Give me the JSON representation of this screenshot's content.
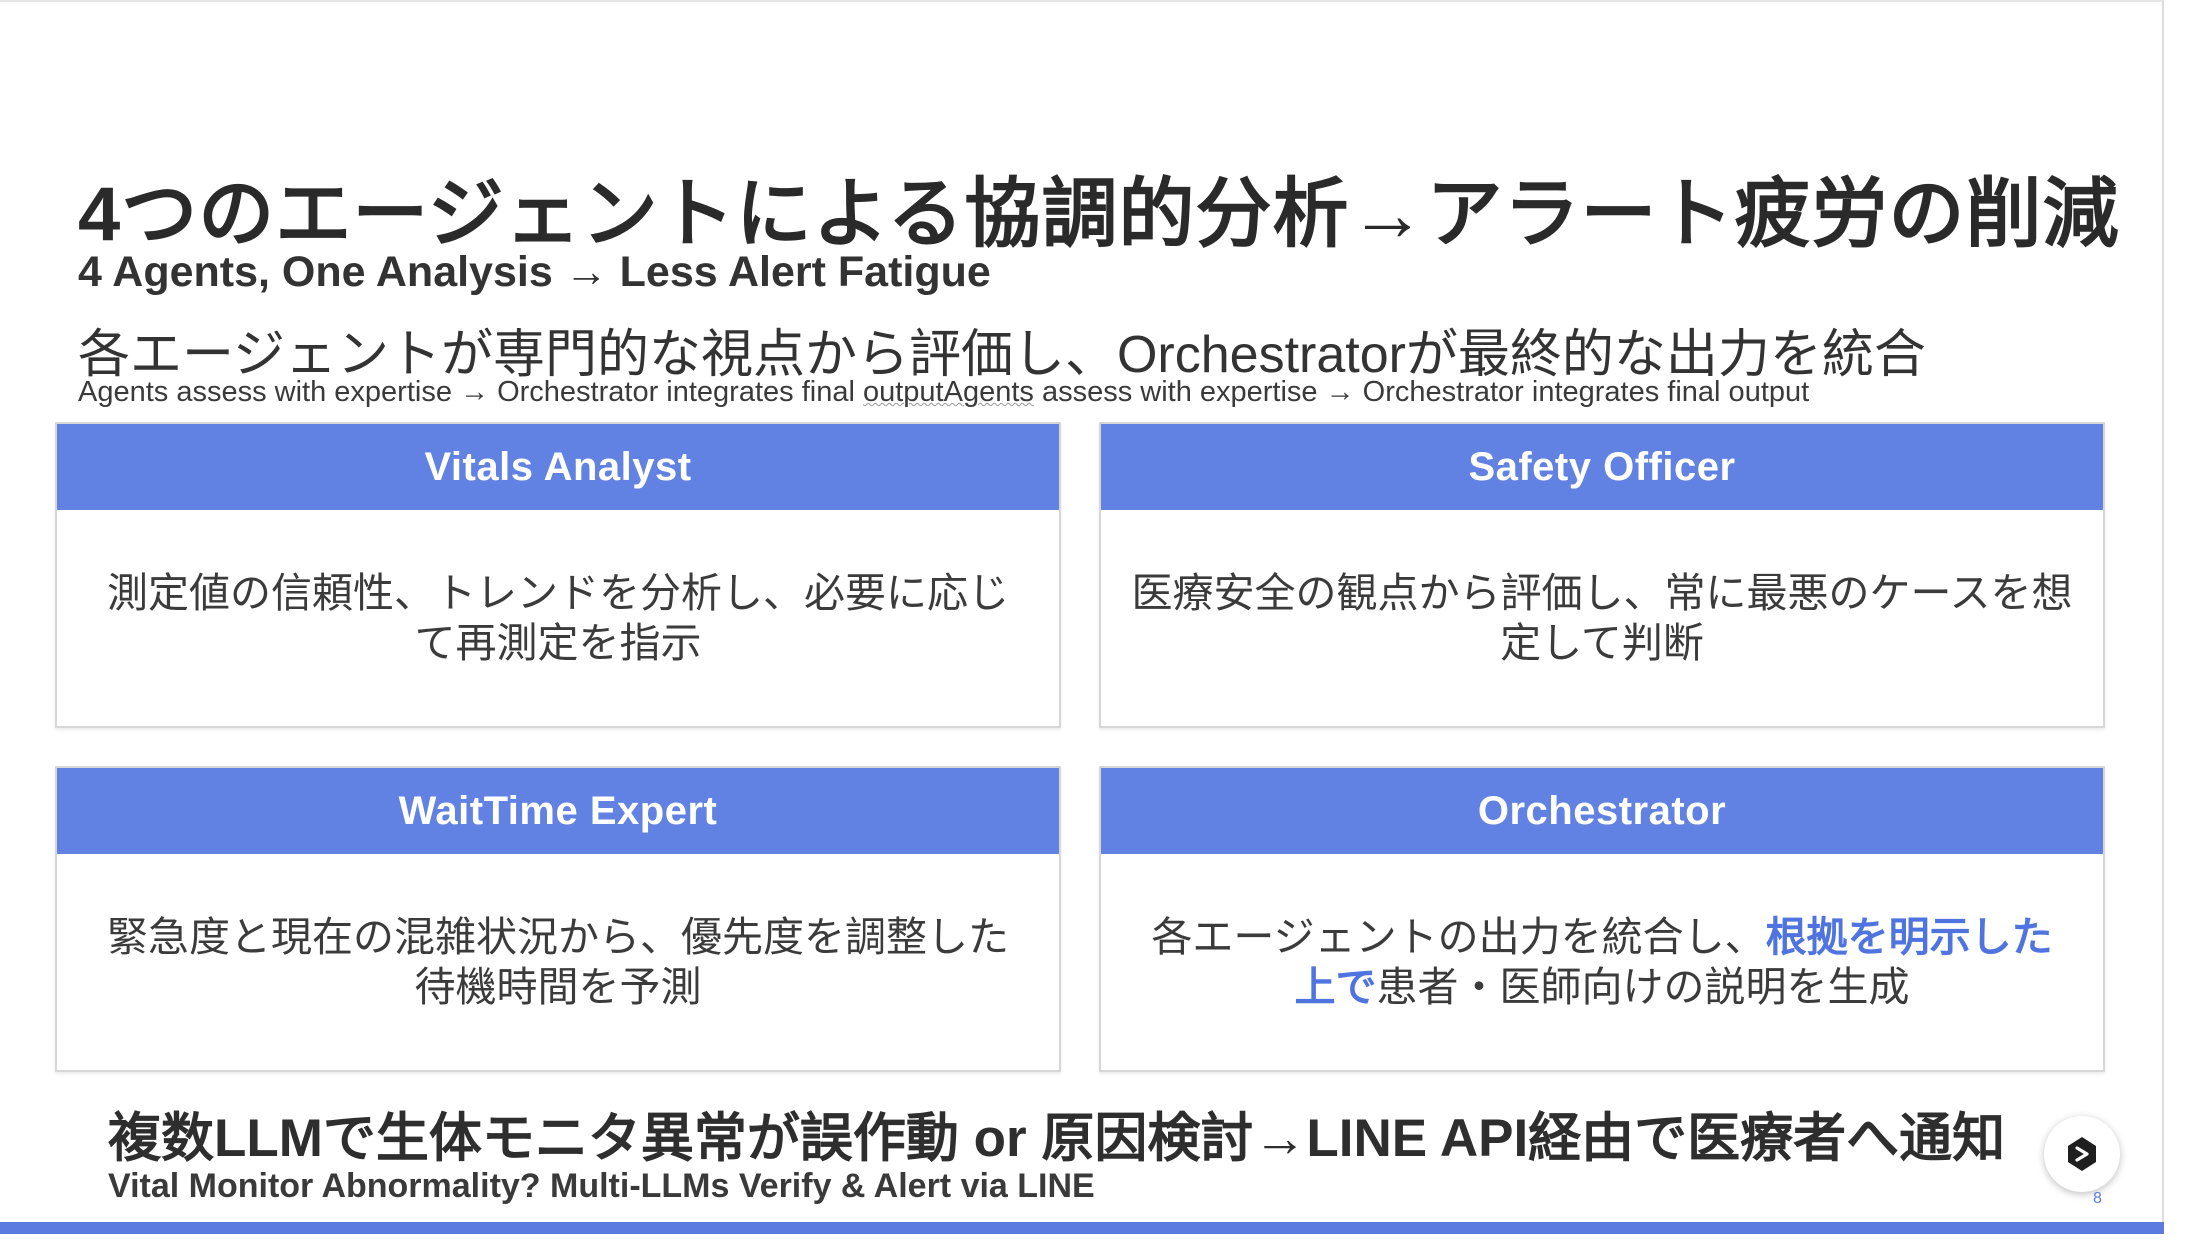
{
  "slide": {
    "title_jp": "4つのエージェントによる協調的分析→アラート疲労の削減",
    "title_en": "4 Agents, One Analysis → Less Alert Fatigue",
    "desc_jp": "各エージェントが専門的な視点から評価し、Orchestratorが最終的な出力を統合",
    "desc_en_a": "Agents assess with expertise → Orchestrator integrates final ",
    "desc_en_b": "outputAgents",
    "desc_en_c": " assess with expertise → Orchestrator integrates final output"
  },
  "cards": [
    {
      "title": "Vitals Analyst",
      "body": "測定値の信頼性、トレンドを分析し、必要に応じて再測定を指示"
    },
    {
      "title": "Safety Officer",
      "body": "医療安全の観点から評価し、常に最悪のケースを想定して判断"
    },
    {
      "title": "WaitTime Expert",
      "body": "緊急度と現在の混雑状況から、優先度を調整した待機時間を予測"
    },
    {
      "title": "Orchestrator",
      "body_a": "各エージェントの出力を統合し、",
      "body_highlight": "根拠を明示した上で",
      "body_b": "患者・医師向けの説明を生成"
    }
  ],
  "footer": {
    "jp": "複数LLMで生体モニタ異常が誤作動 or 原因検討→LINE API経由で医療者へ通知",
    "en": "Vital Monitor Abnormality? Multi-LLMs Verify & Alert via LINE"
  },
  "page_number": "8",
  "colors": {
    "accent": "#6282e3",
    "highlight": "#4f74e0",
    "bar": "#5b7be0"
  },
  "icons": {
    "floating_button": "gemini-spark-icon"
  }
}
